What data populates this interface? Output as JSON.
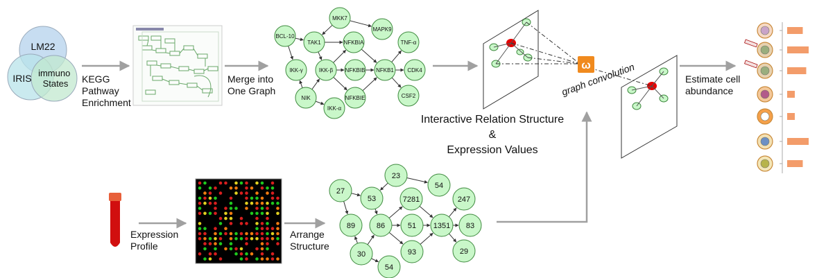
{
  "colors": {
    "node_fill": "#c9f7c9",
    "node_stroke": "#3f8a3f",
    "arrow": "#a0a0a0",
    "red_node": "#e60000",
    "omega_box": "#f08a1e",
    "bar_fill": "#f2915a"
  },
  "venn": {
    "top": "LM22",
    "left": "IRIS",
    "right": "immuno States"
  },
  "labels": {
    "kegg": "KEGG Pathway Enrichment",
    "merge": "Merge into One Graph",
    "relation": "Interactive Relation Structure & Expression Values",
    "graph_conv": "graph convolution",
    "omega": "ω",
    "estimate": "Estimate cell abundance",
    "expression_profile": "Expression Profile",
    "arrange": "Arrange Structure"
  },
  "gene_graph": {
    "nodes": [
      "BCL-10",
      "MKK7",
      "MAPK9",
      "TAK1",
      "NFKBIA",
      "TNF-α",
      "IKK-γ",
      "IKK-β",
      "NFKBIB",
      "NFKB1",
      "CDK4",
      "NIK",
      "NFKBIE",
      "CSF2",
      "IKK-α"
    ]
  },
  "number_graph": {
    "nodes": [
      "23",
      "54",
      "27",
      "53",
      "7281",
      "247",
      "89",
      "86",
      "51",
      "1351",
      "83",
      "30",
      "93",
      "29",
      "54"
    ]
  },
  "cells": {
    "icons": [
      "platelet-cell-icon",
      "antibody-b-cell-icon",
      "antibody-plasma-cell-icon",
      "neutrophil-icon",
      "dendritic-cell-icon",
      "macrophage-icon",
      "monocyte-icon"
    ],
    "abundance": [
      0.45,
      0.62,
      0.55,
      0.22,
      0.22,
      0.62,
      0.45
    ]
  }
}
